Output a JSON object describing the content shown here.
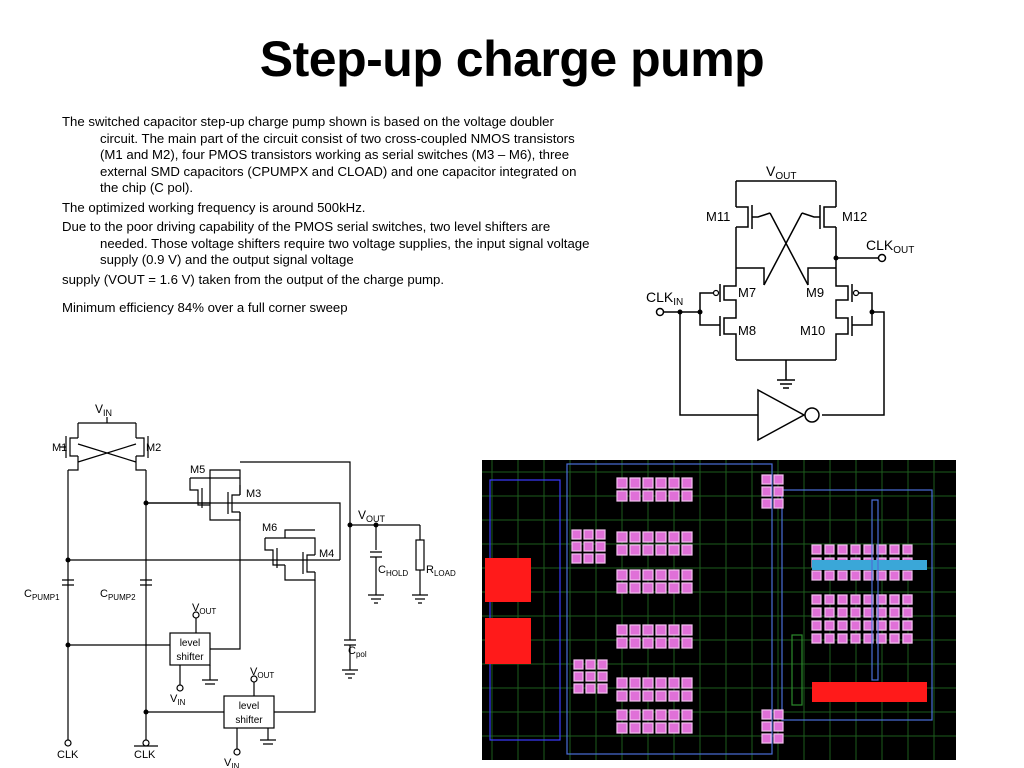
{
  "slide": {
    "title": "Step-up charge pump",
    "paragraphs": [
      "The switched capacitor step-up charge pump shown is based on the voltage doubler circuit. The main part of the circuit consist of two cross-coupled NMOS transistors (M1 and M2), four PMOS transistors working as serial switches (M3 – M6), three external SMD capacitors (CPUMPX and CLOAD) and one capacitor integrated on the chip (C pol).",
      "The optimized working frequency is around 500kHz.",
      "Due to the poor driving capability of the PMOS serial switches, two level shifters are needed. Those voltage shifters require two voltage supplies, the input signal voltage supply (0.9 V) and the output signal voltage",
      "supply (VOUT = 1.6 V) taken from the output of the charge pump.",
      "Minimum efficiency 84% over a full corner sweep"
    ]
  },
  "schematic_right": {
    "vout": "V",
    "vout_sub": "OUT",
    "clkout": "CLK",
    "clkout_sub": "OUT",
    "clkin": "CLK",
    "clkin_sub": "IN",
    "m11": "M11",
    "m12": "M12",
    "m7": "M7",
    "m8": "M8",
    "m9": "M9",
    "m10": "M10"
  },
  "schematic_left": {
    "vin": "V",
    "vin_sub": "IN",
    "m1": "M1",
    "m2": "M2",
    "m3": "M3",
    "m4": "M4",
    "m5": "M5",
    "m6": "M6",
    "vout": "V",
    "vout_sub": "OUT",
    "chold": "C",
    "chold_sub": "HOLD",
    "rload": "R",
    "rload_sub": "LOAD",
    "cpump1": "C",
    "cpump1_sub": "PUMP1",
    "cpump2": "C",
    "cpump2_sub": "PUMP2",
    "cpol": "C",
    "cpol_sub": "pol",
    "ls1_line1": "level",
    "ls1_line2": "shifter",
    "ls2_line1": "level",
    "ls2_line2": "shifter",
    "ls1_vout": "V",
    "ls1_vout_sub": "OUT",
    "ls1_vin": "V",
    "ls1_vin_sub": "IN",
    "ls2_vout": "V",
    "ls2_vout_sub": "OUT",
    "ls2_vin": "V",
    "ls2_vin_sub": "IN",
    "clk": "CLK",
    "clkbar": "CLK"
  },
  "colors": {
    "layout_bg": "#000000",
    "metal_red": "#ff1a1a",
    "contact_pink": "#e070d8",
    "well_blue": "#4a6fd8",
    "trace_green": "#2c8a2c"
  }
}
